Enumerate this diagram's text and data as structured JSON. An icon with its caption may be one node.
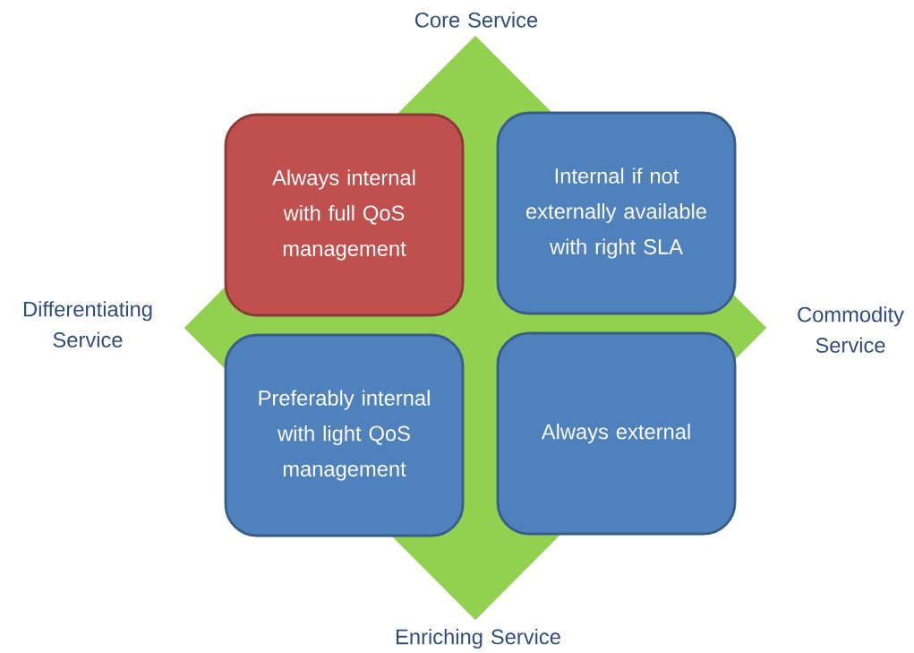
{
  "diagram": {
    "nodes": [
      {
        "text": [],
        "shape": "diamond"
      },
      {
        "text": [
          "Always internal with full QoS management"
        ],
        "in": 0
      },
      {
        "text": [
          "Internal if not externally available with right SLA"
        ],
        "in": 0
      },
      {
        "text": [
          "Preferably internal with light QoS management"
        ],
        "in": 0
      },
      {
        "text": [
          "Always external"
        ],
        "in": 0
      }
    ],
    "labels": [
      "Core Service",
      "Differentiating Service",
      "Commodity Service",
      "Enriching Service"
    ]
  }
}
